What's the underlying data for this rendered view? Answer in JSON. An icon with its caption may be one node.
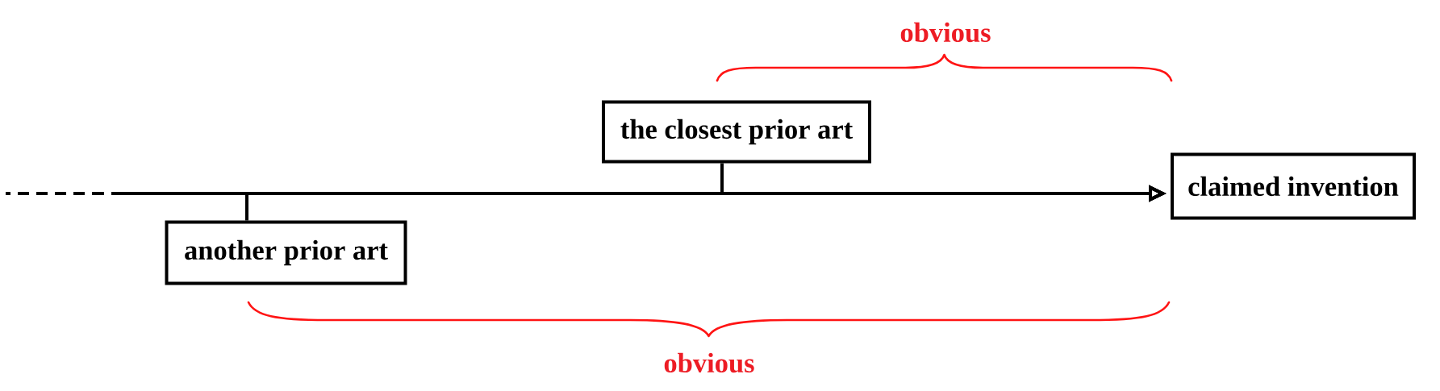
{
  "diagram": {
    "nodes": [
      {
        "text": [
          "the closest prior art"
        ]
      },
      {
        "text": [
          "claimed invention"
        ]
      },
      {
        "text": [
          "another prior art"
        ]
      }
    ],
    "edges": [
      {
        "from": null,
        "to": 1,
        "arrow": "to",
        "style": "dashed"
      },
      {
        "from": 2,
        "to": 1,
        "arrow": "to"
      },
      {
        "from": 0,
        "to": 1,
        "arrow": "to"
      }
    ],
    "labels": [
      "obvious",
      "obvious"
    ]
  }
}
